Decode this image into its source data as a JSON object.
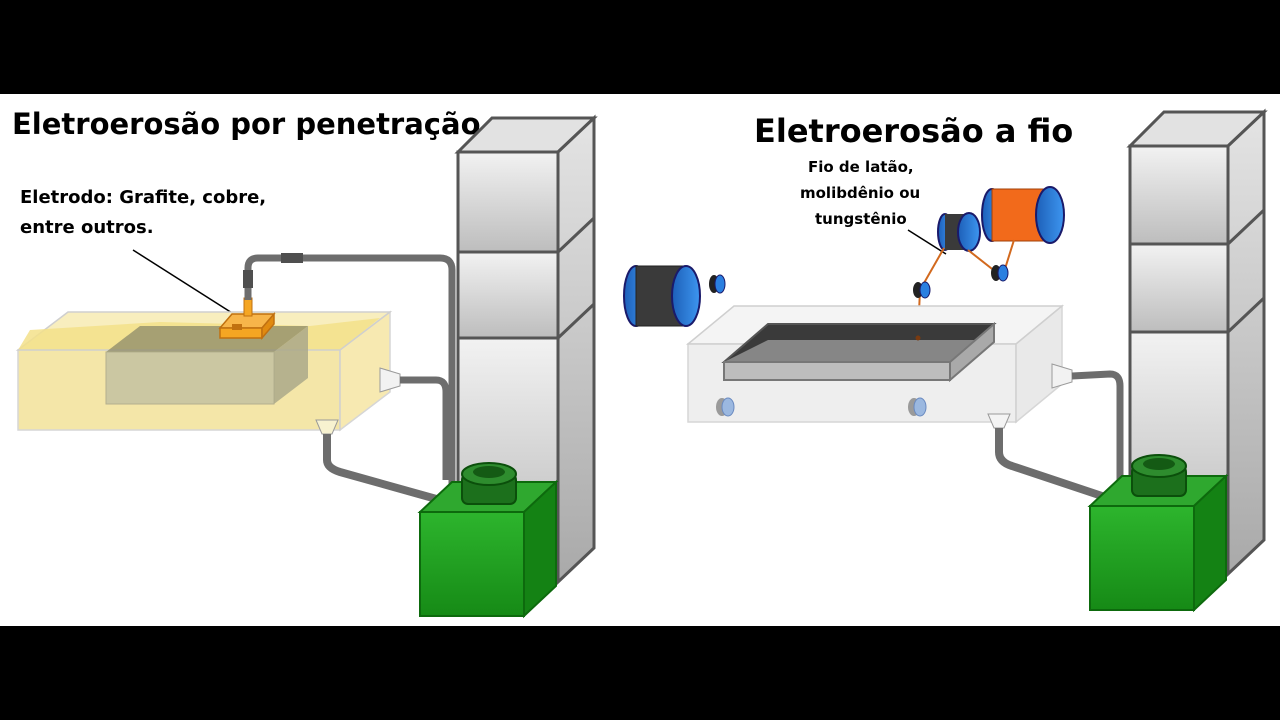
{
  "left_panel": {
    "title": "Eletroerosão por  penetração",
    "callout_line1": "Eletrodo: Grafite, cobre,",
    "callout_line2": "entre outros."
  },
  "right_panel": {
    "title": "Eletroerosão a fio",
    "callout_line1": "Fio de latão,",
    "callout_line2": "molibdênio ou",
    "callout_line3": "tungstênio"
  },
  "colors": {
    "background_band": "#000000",
    "canvas": "#ffffff",
    "dielectric_fluid": "#f3e08a",
    "electrode": "#f5a623",
    "tank_glass": "#eeeeee",
    "column": "#d9d9d9",
    "filter_unit": "#1f9a1f",
    "spool_blue": "#2a7fe0",
    "spool_dark": "#3a3a3a",
    "spool_orange": "#f26a1b",
    "wire": "#d2691e",
    "hose": "#6d6d6d"
  }
}
